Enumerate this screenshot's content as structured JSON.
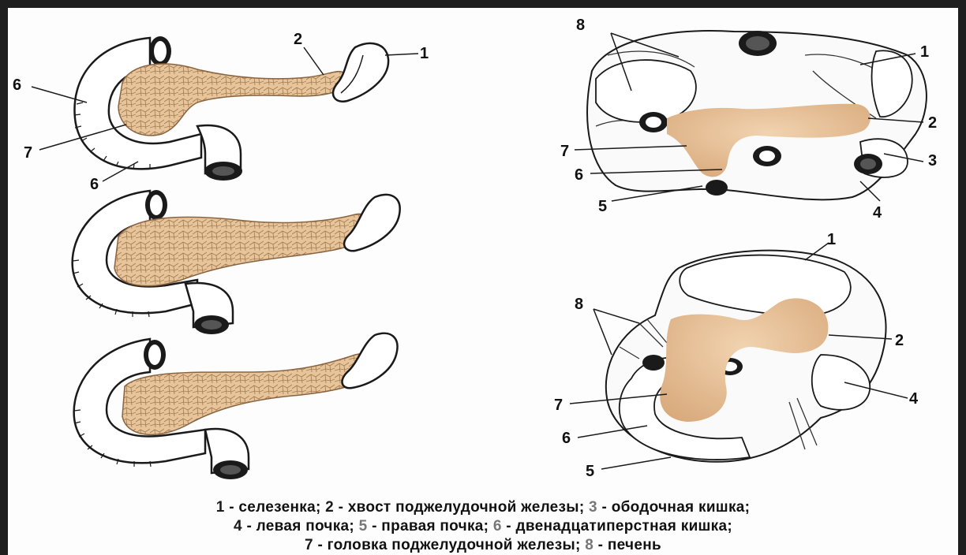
{
  "labels": {
    "n1": "1",
    "n2": "2",
    "n3": "3",
    "n4": "4",
    "n5": "5",
    "n6": "6",
    "n7": "7",
    "n8": "8"
  },
  "caption": {
    "line1": [
      {
        "num": "1",
        "text": " - селезенка; "
      },
      {
        "num": "2",
        "text": " - хвост поджелудочной железы; "
      },
      {
        "num": "3",
        "text": " - ободочная кишка;"
      }
    ],
    "line2": [
      {
        "num": "4",
        "text": " - левая почка; "
      },
      {
        "num": "5",
        "text": " - правая почка; "
      },
      {
        "num": "6",
        "text": " - двенадцатиперстная кишка;"
      }
    ],
    "line3": [
      {
        "num": "7",
        "text": " - головка поджелудочной  железы; "
      },
      {
        "num": "8",
        "text": " - печень"
      }
    ]
  },
  "colors": {
    "pancreas": "#e8c49a",
    "pancreas_dark": "#c99a6b",
    "outline": "#1a1a1a",
    "number_gray": "#777777"
  }
}
